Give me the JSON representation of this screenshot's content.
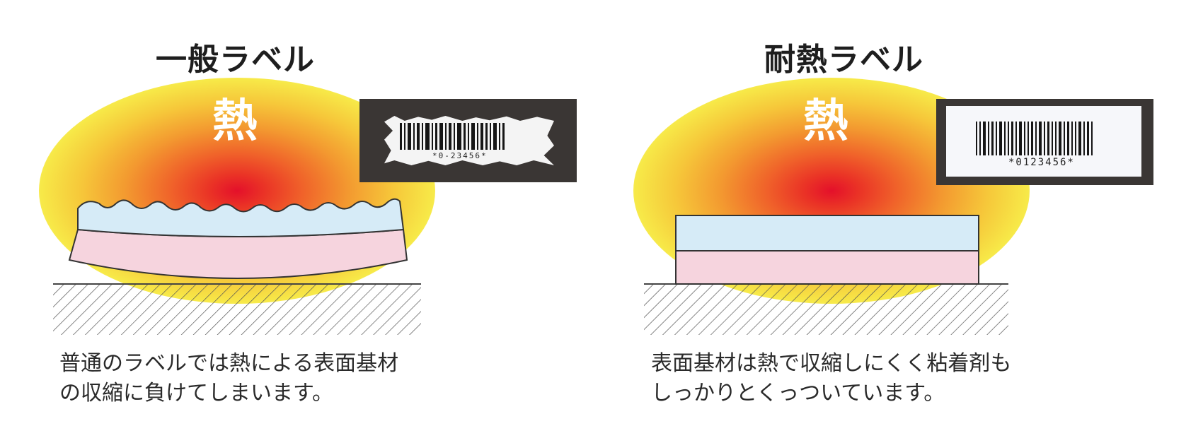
{
  "left_panel": {
    "title": "一般ラベル",
    "heat_label": "熱",
    "caption_line1": "普通のラベルでは熱による表面基材",
    "caption_line2": "の収縮に負けてしまいます。",
    "photo_digits": "*0-23456*"
  },
  "right_panel": {
    "title": "耐熱ラベル",
    "heat_label": "熱",
    "caption_line1": "表面基材は熱で収縮しにくく粘着剤も",
    "caption_line2": "しっかりとくっついています。",
    "photo_digits": "*0123456*"
  },
  "colors": {
    "heat_core": "#e4102a",
    "heat_outer": "#f7e948",
    "surface_layer": "#d6ebf7",
    "adhesive_layer": "#f6d4de",
    "photo_background": "#3a3634"
  }
}
